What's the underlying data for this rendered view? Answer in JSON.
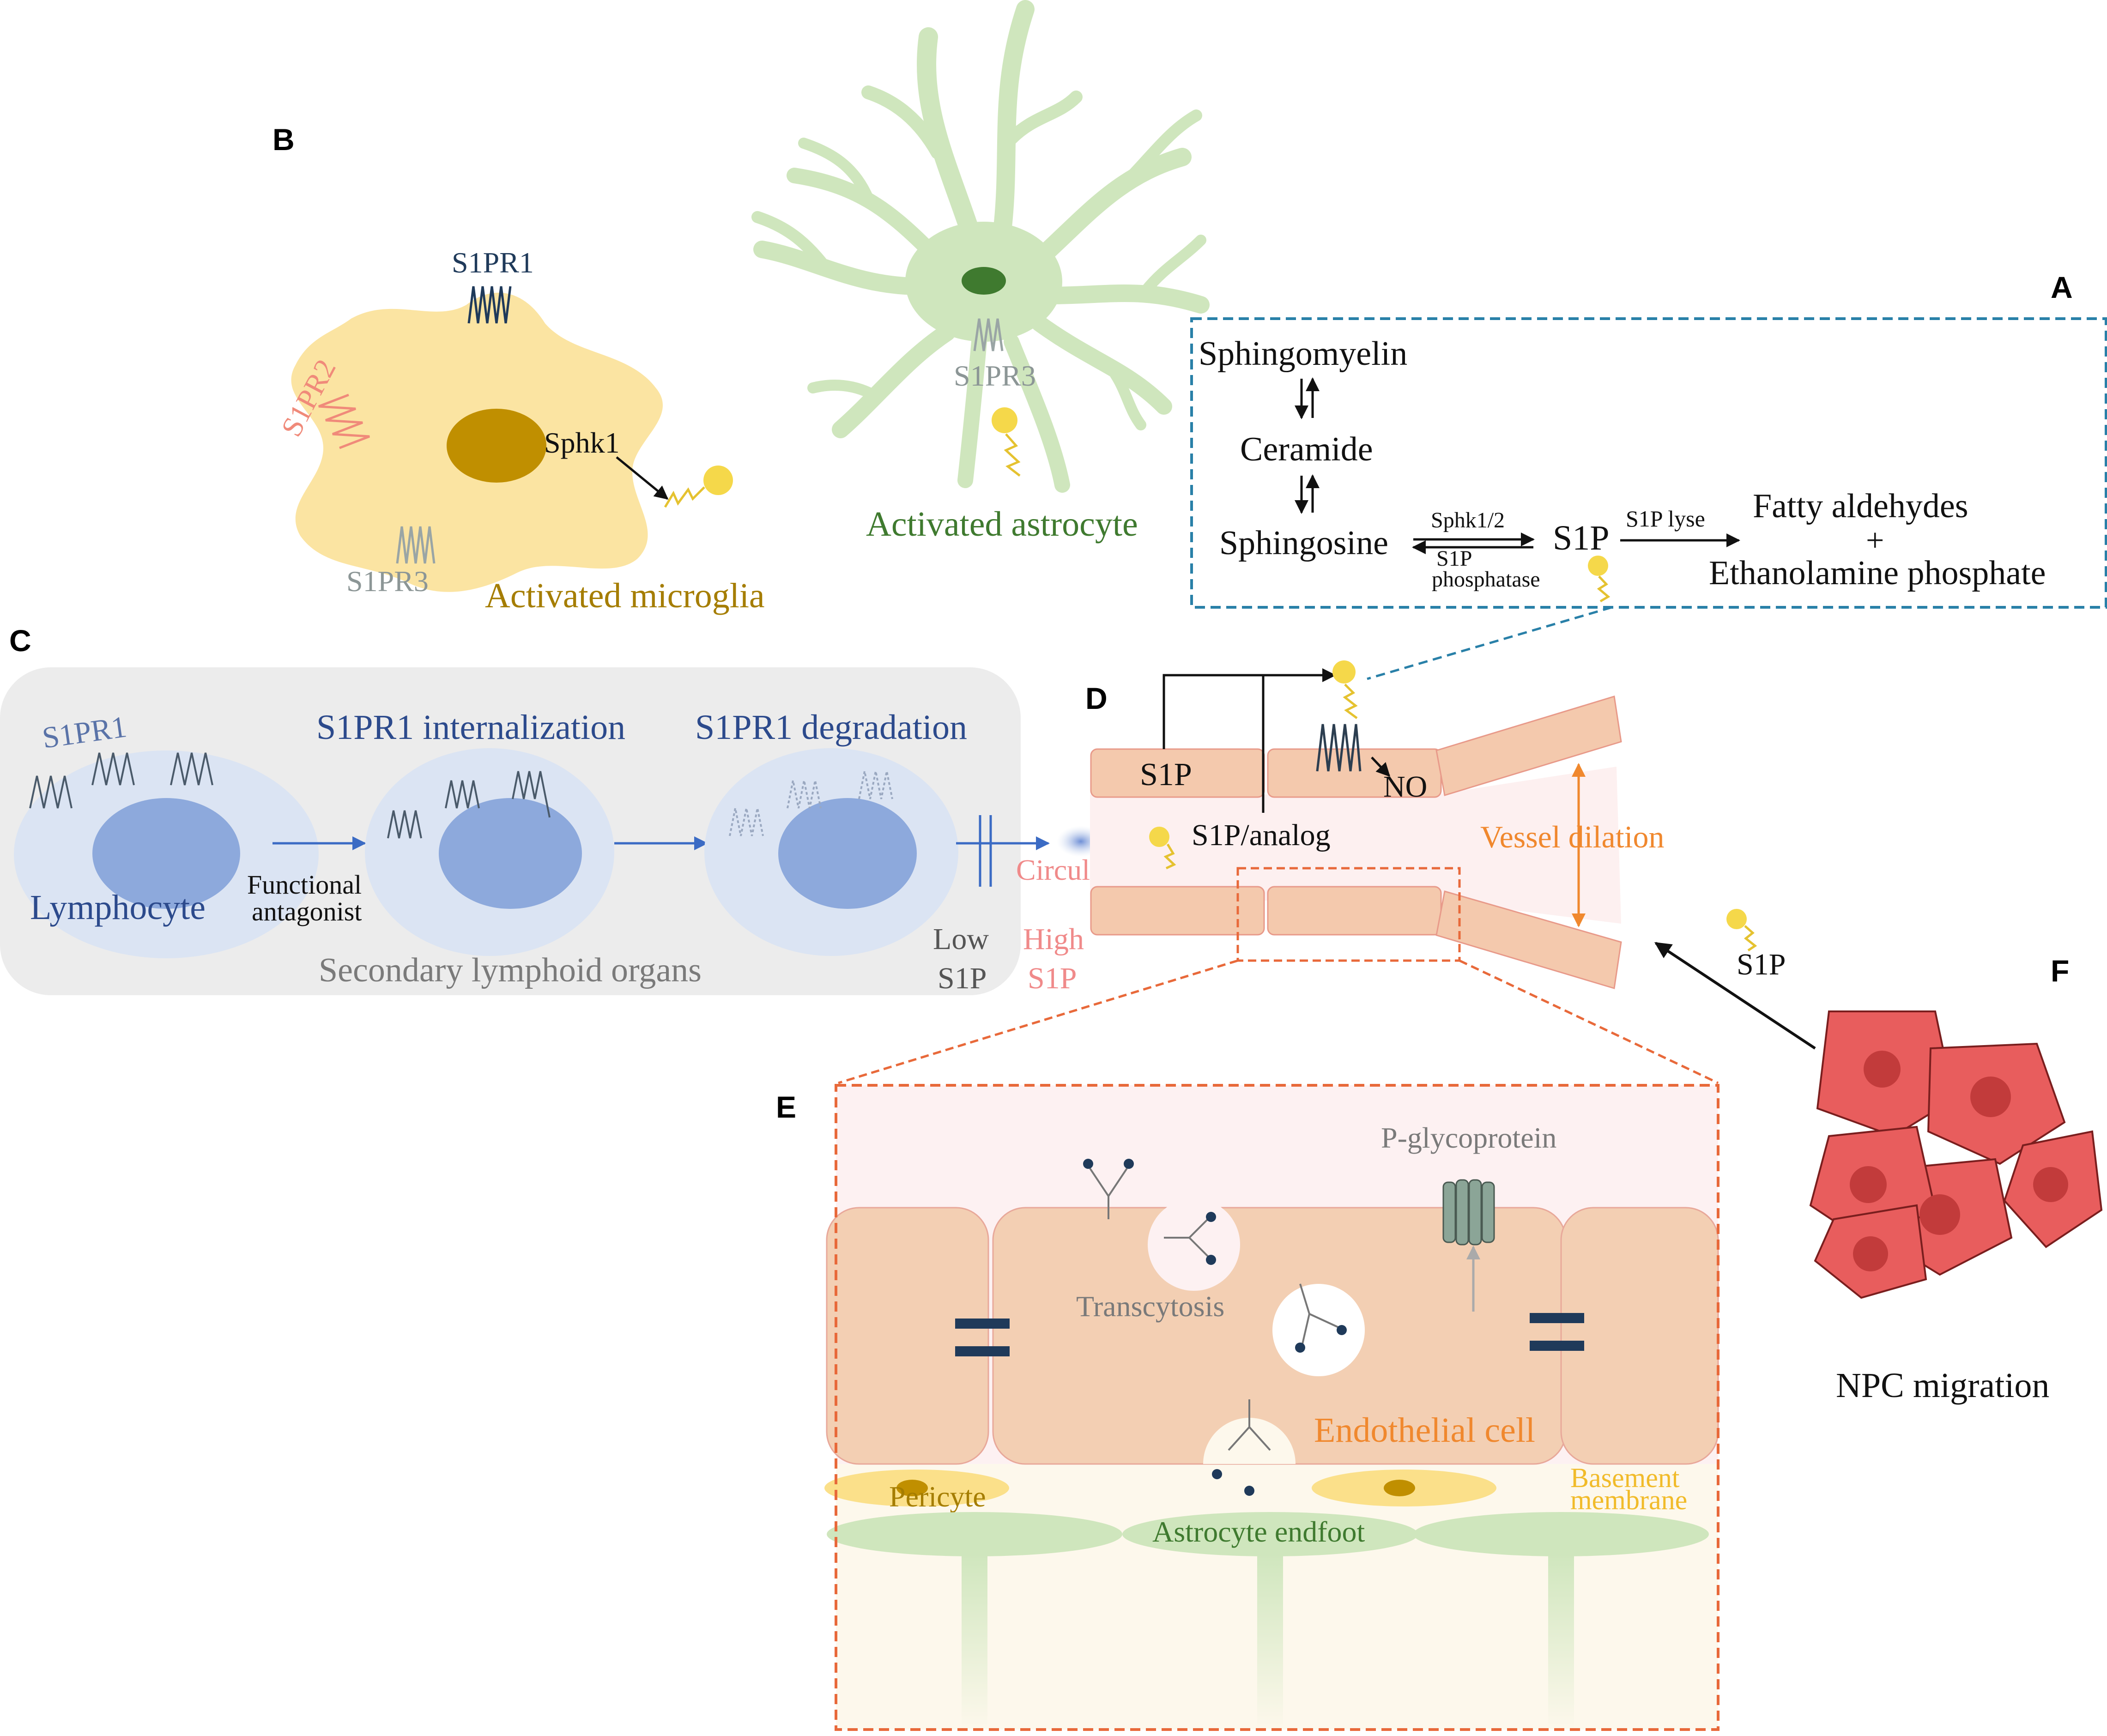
{
  "panels": {
    "a": "A",
    "b": "B",
    "c": "C",
    "d": "D",
    "e": "E",
    "f": "F"
  },
  "panel_a": {
    "sphingomyelin": "Sphingomyelin",
    "ceramide": "Ceramide",
    "sphingosine": "Sphingosine",
    "sphk": "Sphk1/2",
    "s1p_phosphatase_1": "S1P",
    "s1p_phosphatase_2": "phosphatase",
    "s1p": "S1P",
    "s1p_lyase": "S1P lyse",
    "fatty_aldehydes": "Fatty aldehydes",
    "plus": "+",
    "ethanolamine": "Ethanolamine phosphate"
  },
  "panel_b": {
    "microglia_s1pr1": "S1PR1",
    "microglia_s1pr2": "S1PR2",
    "microglia_s1pr3": "S1PR3",
    "sphk1": "Sphk1",
    "activated_microglia": "Activated microglia",
    "astrocyte_s1pr3": "S1PR3",
    "activated_astrocyte": "Activated astrocyte"
  },
  "panel_c": {
    "s1pr1": "S1PR1",
    "internalization": "S1PR1 internalization",
    "degradation": "S1PR1 degradation",
    "lymphocyte": "Lymphocyte",
    "functional_1": "Functional",
    "functional_2": "antagonist",
    "secondary_lymphoid": "Secondary lymphoid organs",
    "low_1": "Low",
    "low_2": "S1P",
    "high_1": "High",
    "high_2": "S1P",
    "circulation": "Circulation"
  },
  "panel_d": {
    "s1p": "S1P",
    "no": "NO",
    "s1p_analog": "S1P/analog",
    "vessel_dilation": "Vessel dilation"
  },
  "panel_e": {
    "p_glycoprotein": "P-glycoprotein",
    "transcytosis": "Transcytosis",
    "endothelial_cell": "Endothelial cell",
    "pericyte": "Pericyte",
    "astrocyte_endfoot": "Astrocyte endfoot",
    "basement_1": "Basement",
    "basement_2": "membrane"
  },
  "panel_f": {
    "s1p": "S1P",
    "npc_migration": "NPC migration"
  },
  "colors": {
    "microglia": "#fbe4a2",
    "microglia_nucleus": "#c08f00",
    "astrocyte": "#cfe6bd",
    "astrocyte_nucleus": "#3f7a2f",
    "lymphocyte": "#dbe4f3",
    "lymphocyte_nucleus": "#8da9dc",
    "endothelial": "#f3cfb3",
    "vessel_wall": "#f4c9ad",
    "npc": "#e85d5d",
    "npc_nucleus": "#c23b3b",
    "dashed_blue": "#2980a8",
    "dashed_orange": "#e8693a",
    "s1p_ligand": "#f5d84a",
    "text_blue": "#2c4a8c",
    "text_green": "#3f7a2f",
    "text_gold": "#a57d00",
    "text_orange": "#f0882e",
    "text_pink": "#f08a8a",
    "text_grey": "#7a7a7a"
  }
}
